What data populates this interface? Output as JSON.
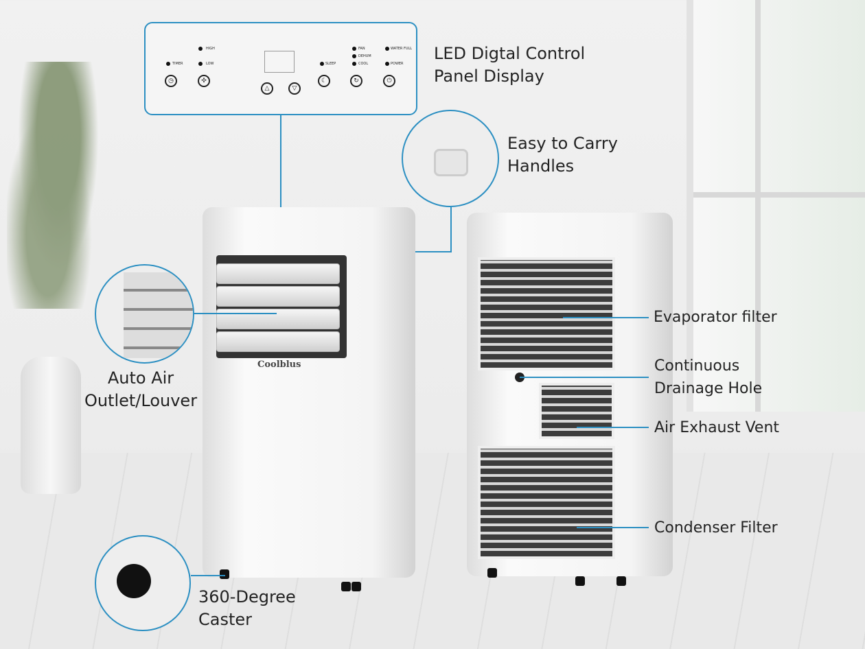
{
  "brand": "Coolblus",
  "accent_color": "#2b8fc2",
  "control_panel": {
    "indicators": [
      "TIMER",
      "HIGH",
      "LOW",
      "SLEEP",
      "FAN",
      "DEHUM",
      "COOL",
      "WATER FULL",
      "POWER"
    ],
    "buttons": [
      "timer-icon",
      "fan-icon",
      "up-arrow-icon",
      "down-arrow-icon",
      "sleep-icon",
      "mode-icon",
      "power-icon"
    ]
  },
  "callouts": {
    "led_panel": "LED Digtal Control Panel Display",
    "handles": "Easy to Carry Handles",
    "louver": "Auto Air Outlet/Louver",
    "caster": "360-Degree Caster",
    "evaporator": "Evaporator filter",
    "drainage": "Continuous Drainage Hole",
    "exhaust": "Air Exhaust Vent",
    "condenser": "Condenser Filter"
  }
}
